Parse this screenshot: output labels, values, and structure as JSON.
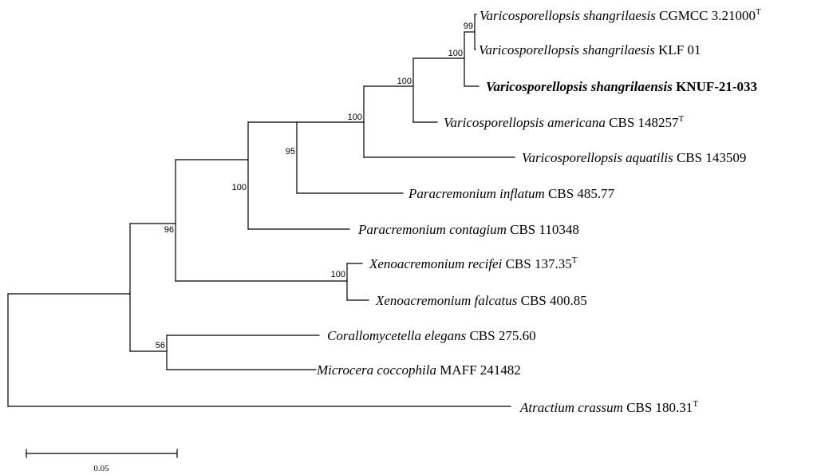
{
  "tree": {
    "taxa": [
      {
        "id": "t1",
        "name": "Varicosporellopsis shangrilaesis",
        "strain": "CGMCC 3.21000",
        "type_marker": "T"
      },
      {
        "id": "t2",
        "name": "Varicosporellopsis shangrilaesis",
        "strain": "KLF 01",
        "type_marker": ""
      },
      {
        "id": "t3",
        "name": "Varicosporellopsis shangrilaensis",
        "strain": "KNUF-21-033",
        "type_marker": "",
        "bold": true
      },
      {
        "id": "t4",
        "name": "Varicosporellopsis americana",
        "strain": "CBS 148257",
        "type_marker": "T"
      },
      {
        "id": "t5",
        "name": "Varicosporellopsis aquatilis",
        "strain": "CBS 143509",
        "type_marker": ""
      },
      {
        "id": "t6",
        "name": "Paracremonium inflatum",
        "strain": "CBS 485.77",
        "type_marker": ""
      },
      {
        "id": "t7",
        "name": "Paracremonium contagium",
        "strain": "CBS 110348",
        "type_marker": ""
      },
      {
        "id": "t8",
        "name": "Xenoacremonium recifei",
        "strain": "CBS 137.35",
        "type_marker": "T"
      },
      {
        "id": "t9",
        "name": "Xenoacremonium falcatus",
        "strain": "CBS 400.85",
        "type_marker": ""
      },
      {
        "id": "t10",
        "name": "Corallomycetella elegans",
        "strain": "CBS 275.60",
        "type_marker": ""
      },
      {
        "id": "t11",
        "name": "Microcera coccophila",
        "strain": "MAFF 241482",
        "type_marker": ""
      },
      {
        "id": "t12",
        "name": "Atractium crassum",
        "strain": "CBS 180.31",
        "type_marker": "T"
      }
    ],
    "support_values": [
      {
        "node": "n_t1_t2",
        "value": "99"
      },
      {
        "node": "n_t1_t3",
        "value": "100"
      },
      {
        "node": "n_t1_t4",
        "value": "100"
      },
      {
        "node": "n_t1_t5",
        "value": "100"
      },
      {
        "node": "n_t1_t6",
        "value": "95"
      },
      {
        "node": "n_t1_t7",
        "value": "100"
      },
      {
        "node": "n_t1_t9",
        "value": "96"
      },
      {
        "node": "n_t8_t9",
        "value": "100"
      },
      {
        "node": "n_t10_t11",
        "value": "56"
      }
    ],
    "scale_bar": {
      "label": "0.05",
      "value": 0.05
    }
  }
}
